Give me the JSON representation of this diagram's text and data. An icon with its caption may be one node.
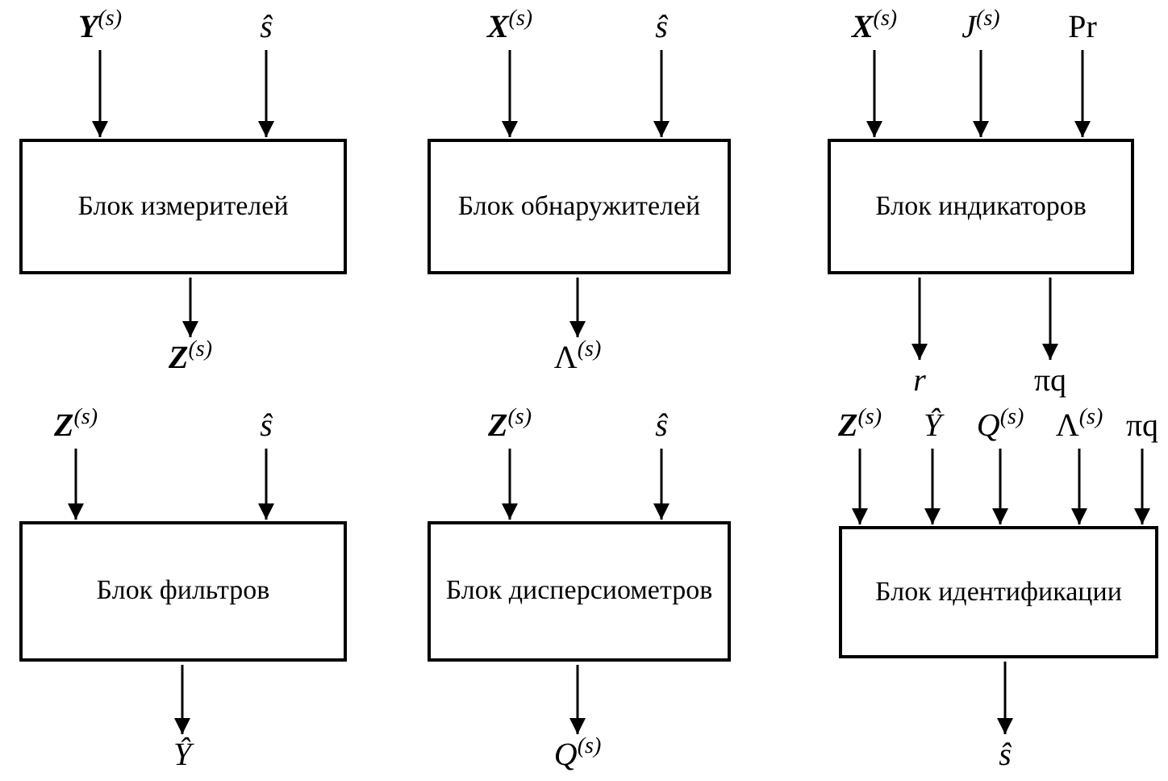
{
  "diagram": {
    "nodes": [
      {
        "text": [
          "**Y**$^{(s)}$"
        ]
      },
      {
        "text": [
          "*ŝ*"
        ]
      },
      {
        "text": [
          "Блок измерителей"
        ]
      },
      {
        "text": [
          "**Z**$^{(s)}$"
        ]
      },
      {
        "text": [
          "**X**$^{(s)}$"
        ]
      },
      {
        "text": [
          "*ŝ*"
        ]
      },
      {
        "text": [
          "Блок обнаружителей"
        ]
      },
      {
        "text": [
          "Λ$^{(s)}$"
        ]
      },
      {
        "text": [
          "**X**$^{(s)}$"
        ]
      },
      {
        "text": [
          "*J*$^{(s)}$"
        ]
      },
      {
        "text": [
          "Pr"
        ]
      },
      {
        "text": [
          "Блок индикаторов"
        ]
      },
      {
        "text": [
          "*r*"
        ]
      },
      {
        "text": [
          "πq"
        ]
      },
      {
        "text": [
          "**Z**$^{(s)}$"
        ]
      },
      {
        "text": [
          "*ŝ*"
        ]
      },
      {
        "text": [
          "Блок фильтров"
        ]
      },
      {
        "text": [
          "*Ŷ*"
        ]
      },
      {
        "text": [
          "**Z**$^{(s)}$"
        ]
      },
      {
        "text": [
          "*ŝ*"
        ]
      },
      {
        "text": [
          "Блок дисперсиометров"
        ]
      },
      {
        "text": [
          "*Q*$^{(s)}$"
        ]
      },
      {
        "text": [
          "**Z**$^{(s)}$"
        ]
      },
      {
        "text": [
          "*Ŷ*"
        ]
      },
      {
        "text": [
          "*Q*$^{(s)}$"
        ]
      },
      {
        "text": [
          "Λ$^{(s)}$"
        ]
      },
      {
        "text": [
          "πq"
        ]
      },
      {
        "text": [
          "Блок идентификации"
        ]
      },
      {
        "text": [
          "*ŝ*"
        ]
      }
    ],
    "edges": [
      {
        "from": 0,
        "to": 2,
        "arrow": "to"
      },
      {
        "from": 1,
        "to": 2,
        "arrow": "to"
      },
      {
        "from": 2,
        "to": 3,
        "arrow": "to"
      },
      {
        "from": 4,
        "to": 6,
        "arrow": "to"
      },
      {
        "from": 5,
        "to": 6,
        "arrow": "to"
      },
      {
        "from": 6,
        "to": 7,
        "arrow": "to"
      },
      {
        "from": 8,
        "to": 11,
        "arrow": "to"
      },
      {
        "from": 9,
        "to": 11,
        "arrow": "to"
      },
      {
        "from": 10,
        "to": 11,
        "arrow": "to"
      },
      {
        "from": 11,
        "to": 12,
        "arrow": "to"
      },
      {
        "from": 11,
        "to": 13,
        "arrow": "to"
      },
      {
        "from": 14,
        "to": 16,
        "arrow": "to"
      },
      {
        "from": 15,
        "to": 16,
        "arrow": "to"
      },
      {
        "from": 16,
        "to": 17,
        "arrow": "to"
      },
      {
        "from": 18,
        "to": 20,
        "arrow": "to"
      },
      {
        "from": 19,
        "to": 20,
        "arrow": "to"
      },
      {
        "from": 20,
        "to": 21,
        "arrow": "to"
      },
      {
        "from": 22,
        "to": 27,
        "arrow": "to"
      },
      {
        "from": 23,
        "to": 27,
        "arrow": "to"
      },
      {
        "from": 24,
        "to": 27,
        "arrow": "to"
      },
      {
        "from": 25,
        "to": 27,
        "arrow": "to"
      },
      {
        "from": 26,
        "to": 27,
        "arrow": "to"
      },
      {
        "from": 27,
        "to": 28,
        "arrow": "to"
      }
    ]
  }
}
